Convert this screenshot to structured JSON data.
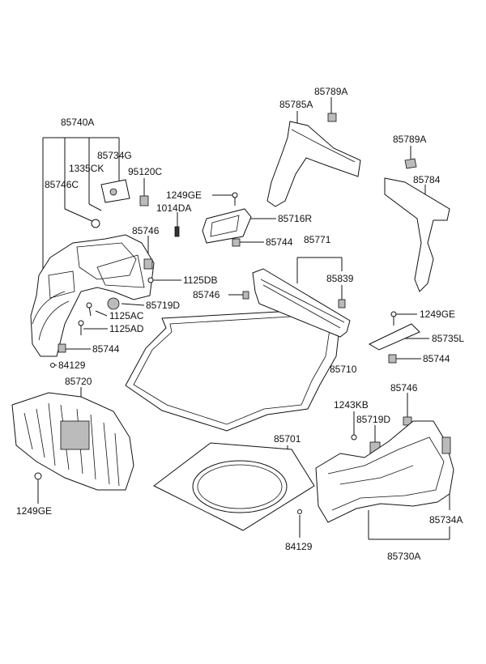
{
  "labels": {
    "85740A": "85740A",
    "85734G": "85734G",
    "1335CK": "1335CK",
    "95120C": "95120C",
    "85746C": "85746C",
    "1249GE_a": "1249GE",
    "1014DA": "1014DA",
    "85746_a": "85746",
    "1125DB": "1125DB",
    "85719D_a": "85719D",
    "1125AC": "1125AC",
    "1125AD": "1125AD",
    "85744_a": "85744",
    "84129_a": "84129",
    "85720": "85720",
    "1249GE_b": "1249GE",
    "85789A_a": "85789A",
    "85785A": "85785A",
    "85789A_b": "85789A",
    "85784": "85784",
    "85716R": "85716R",
    "85744_b": "85744",
    "85771": "85771",
    "85839": "85839",
    "85746_b": "85746",
    "1249GE_c": "1249GE",
    "85735L": "85735L",
    "85744_c": "85744",
    "85710": "85710",
    "85746_c": "85746",
    "1243KB": "1243KB",
    "85719D_b": "85719D",
    "85701": "85701",
    "85734A": "85734A",
    "84129_b": "84129",
    "85730A": "85730A"
  }
}
